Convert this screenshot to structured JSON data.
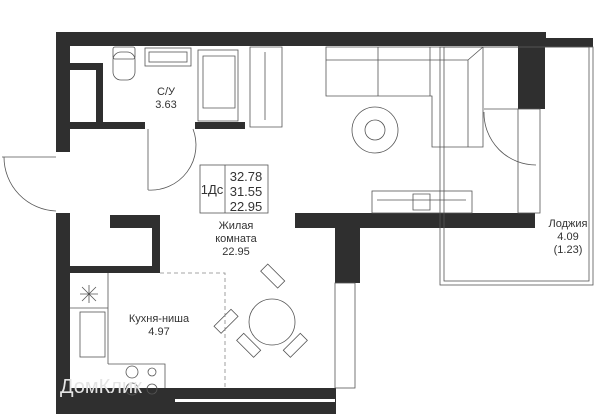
{
  "rooms": {
    "bathroom": {
      "name": "С/У",
      "area": "3.63"
    },
    "living": {
      "name_line1": "Жилая",
      "name_line2": "комната",
      "area": "22.95"
    },
    "kitchen": {
      "name": "Кухня-ниша",
      "area": "4.97"
    },
    "loggia": {
      "name": "Лоджия",
      "area": "4.09",
      "area_reduced": "(1.23)"
    }
  },
  "summary": {
    "type": "1Дс",
    "total_area": "32.78",
    "area_without_loggia": "31.55",
    "living_area": "22.95"
  },
  "watermark": "ДомКлик",
  "colors": {
    "wall": "#2f2f2f",
    "line": "#555555"
  }
}
